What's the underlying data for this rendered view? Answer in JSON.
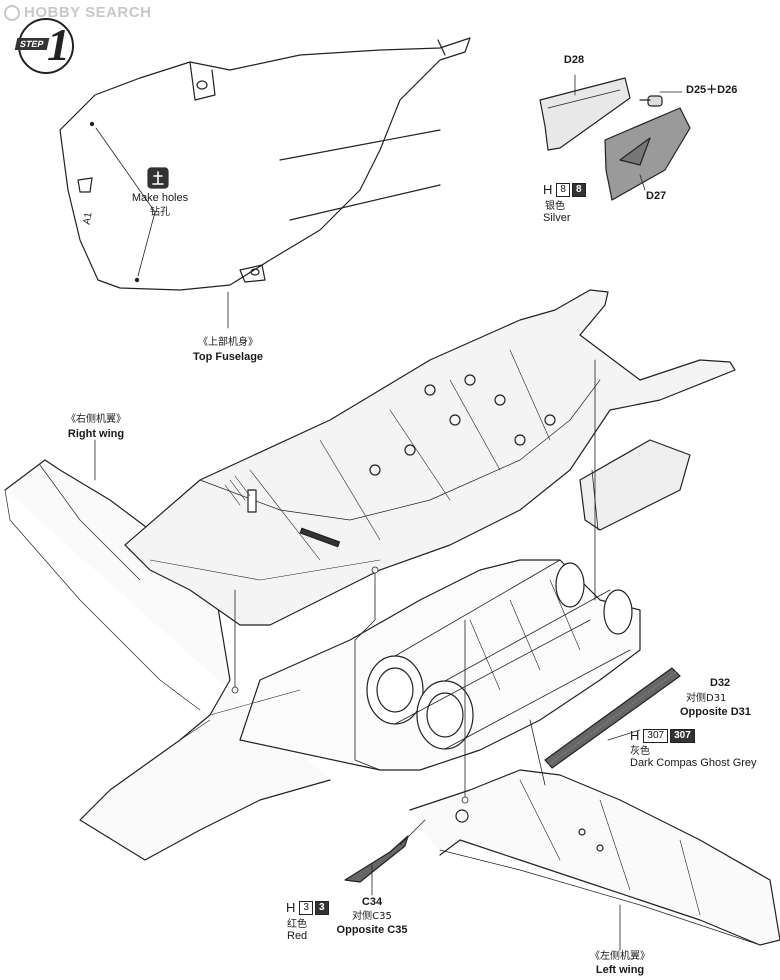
{
  "watermark": {
    "text": "HOBBY SEARCH"
  },
  "step": {
    "label": "STEP",
    "number": "1"
  },
  "labels": {
    "make_holes_en": "Make holes",
    "make_holes_cn": "钻孔",
    "a1": "A1",
    "top_fuselage_cn": "《上部机身》",
    "top_fuselage_en": "Top Fuselage",
    "right_wing_cn": "《右侧机翼》",
    "right_wing_en": "Right wing",
    "left_wing_cn": "《左侧机翼》",
    "left_wing_en": "Left wing",
    "d28": "D28",
    "d25_d26": "D25＋D26",
    "d27": "D27",
    "d32": "D32",
    "d32_opp_cn": "对侧D31",
    "d32_opp_en": "Opposite D31",
    "c34": "C34",
    "c34_opp_cn": "对侧C35",
    "c34_opp_en": "Opposite C35"
  },
  "paints": {
    "silver": {
      "h": "H",
      "code_a": "8",
      "code_b": "8",
      "name_cn": "银色",
      "name_en": "Silver"
    },
    "grey": {
      "h": "H",
      "code_a": "307",
      "code_b": "307",
      "name_cn": "灰色",
      "name_en": "Dark Compas Ghost Grey"
    },
    "red": {
      "h": "H",
      "code_a": "3",
      "code_b": "3",
      "name_cn": "红色",
      "name_en": "Red"
    }
  }
}
